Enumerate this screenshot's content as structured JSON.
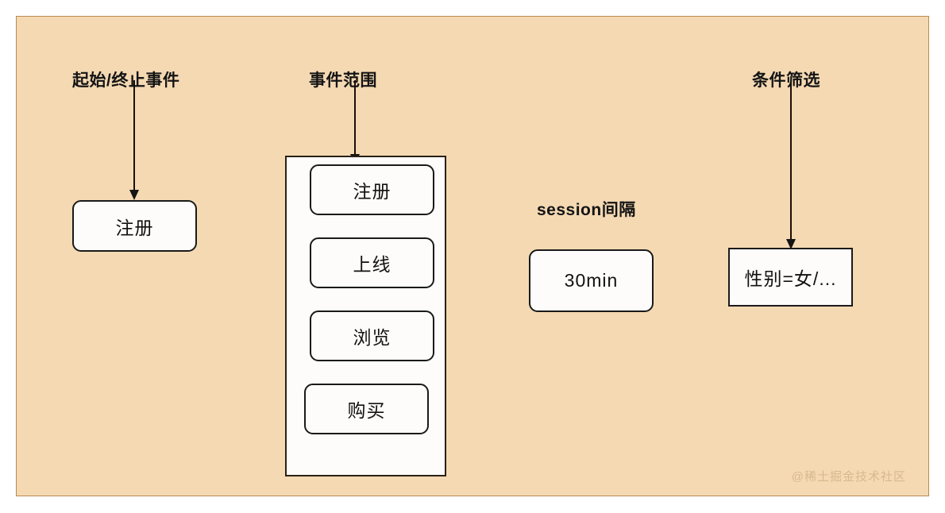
{
  "canvas": {
    "background_color": "#f4d9b3",
    "border_color": "#b98a50"
  },
  "annotations": [
    {
      "id": "start-end-event",
      "label": "起始/终止事件"
    },
    {
      "id": "event-scope",
      "label": "事件范围"
    },
    {
      "id": "condition-filter",
      "label": "条件筛选"
    }
  ],
  "section_labels": {
    "session_interval": "session间隔"
  },
  "nodes": {
    "start_event": {
      "label": "注册",
      "shape": "rounded"
    },
    "session_interval_value": {
      "label": "30min",
      "shape": "rounded"
    },
    "condition_filter_value": {
      "label": "性别=女/...",
      "shape": "square"
    }
  },
  "scope_panel": {
    "title": "事件范围",
    "items": [
      {
        "label": "注册",
        "shape": "rounded"
      },
      {
        "label": "上线",
        "shape": "rounded"
      },
      {
        "label": "浏览",
        "shape": "rounded"
      },
      {
        "label": "购买",
        "shape": "rounded"
      }
    ]
  },
  "watermark": {
    "text": "@稀土掘金技术社区"
  }
}
